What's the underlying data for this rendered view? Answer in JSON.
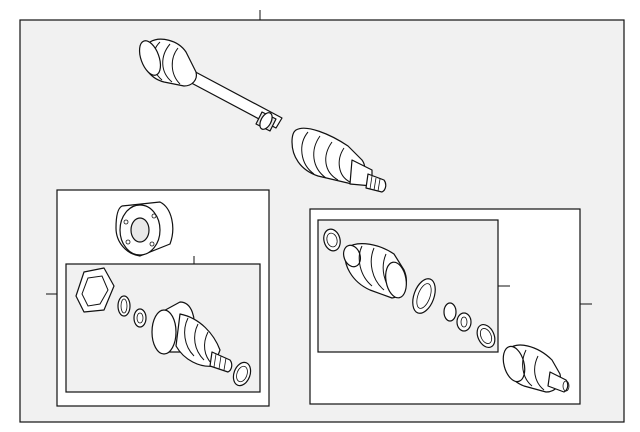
{
  "diagram": {
    "title": "",
    "colors": {
      "background": "#ffffff",
      "frame_fill": "#f1f1f1",
      "line": "#111111"
    },
    "groups": [
      {
        "name": "axle-shaft-assembly"
      },
      {
        "name": "outer-joint-kit"
      },
      {
        "name": "inner-joint-kit"
      },
      {
        "name": "outer-boot-kit"
      }
    ]
  }
}
